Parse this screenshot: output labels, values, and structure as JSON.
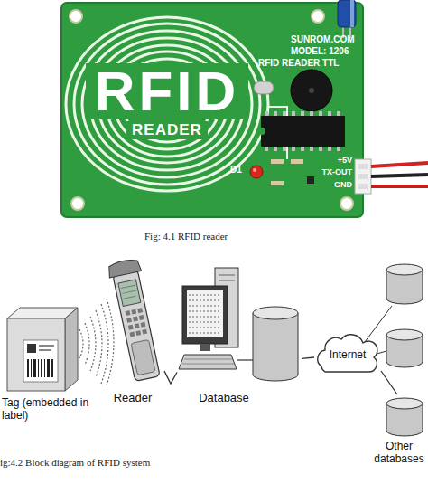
{
  "diagram": {
    "caption": "ig:4.2 Block diagram of RFID system",
    "nodes": [
      {
        "text": [
          "Tag (embedded in label)"
        ]
      },
      {
        "text": [
          "Reader"
        ]
      },
      {
        "text": [
          "Database"
        ]
      },
      {
        "text": [
          "Internet"
        ]
      },
      {
        "text": [
          "Other databases"
        ]
      }
    ],
    "edges": [
      {
        "from": 1,
        "to": 2,
        "arrow": "none"
      },
      {
        "from": 2,
        "to": 3,
        "arrow": "none"
      },
      {
        "from": 3,
        "to": 4,
        "arrow": "none"
      }
    ],
    "labels": [
      "RFID",
      "READER",
      "SUNROM.COM",
      "MODEL: 1206",
      "RFID READER TTL",
      "D1",
      "+5V",
      "TX-OUT",
      "GND",
      "Fig: 4.1 RFID reader"
    ]
  }
}
